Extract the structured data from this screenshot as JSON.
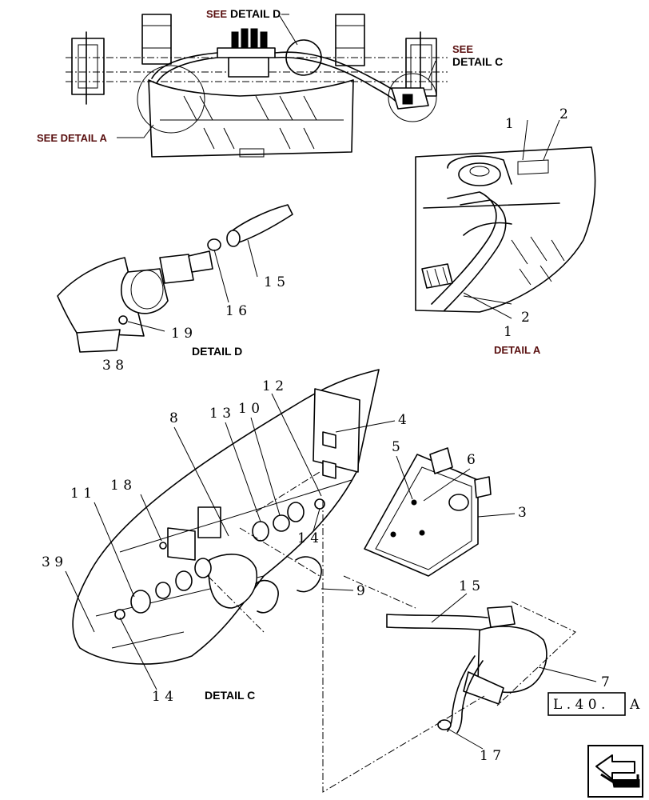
{
  "callouts": {
    "c1a": "1",
    "c2a": "2",
    "c2b": "2",
    "c1b": "1",
    "c15a": "1 5",
    "c16": "1 6",
    "c19": "1 9",
    "c38": "3 8",
    "c12": "1 2",
    "c8": "8",
    "c13": "1 3",
    "c10": "1 0",
    "c4": "4",
    "c5": "5",
    "c6": "6",
    "c18": "1 8",
    "c11": "1 1",
    "c3": "3",
    "c14a": "1 4",
    "c39": "3 9",
    "c9": "9",
    "c15b": "1 5",
    "c14b": "1 4",
    "c7": "7",
    "c17": "1 7"
  },
  "labels": {
    "see_detail_d_prefix": "SEE",
    "see_detail_d": "DETAIL D",
    "see_detail_c_prefix": "SEE",
    "see_detail_c": "DETAIL C",
    "see_detail_a": "SEE DETAIL A",
    "detail_d": "DETAIL D",
    "detail_a": "DETAIL A",
    "detail_c": "DETAIL C"
  },
  "reference_box": {
    "text": "L . 4 0 .",
    "suffix": "A"
  },
  "icons": {
    "nav": "back-arrow-icon"
  }
}
